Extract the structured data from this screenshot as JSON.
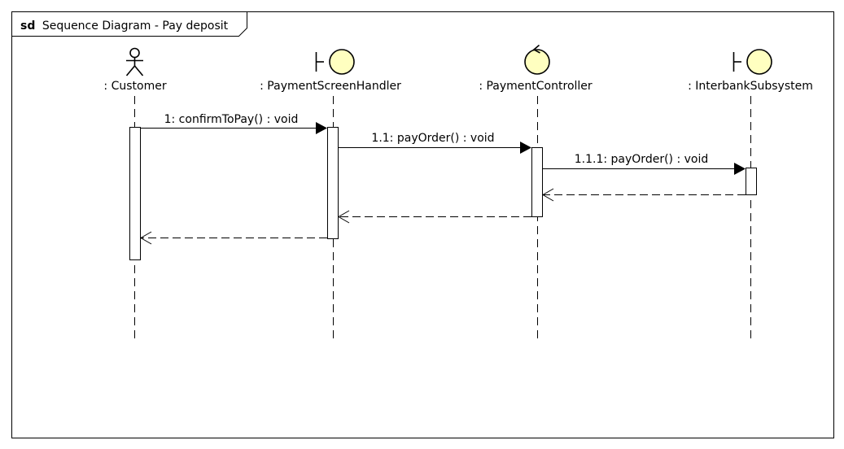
{
  "frame": {
    "keyword": "sd",
    "title": "Sequence Diagram - Pay deposit"
  },
  "lifelines": [
    {
      "id": "customer",
      "label": ": Customer",
      "kind": "actor",
      "icon": "actor-icon"
    },
    {
      "id": "screen",
      "label": ": PaymentScreenHandler",
      "kind": "boundary",
      "icon": "boundary-icon"
    },
    {
      "id": "controller",
      "label": ": PaymentController",
      "kind": "control",
      "icon": "control-icon"
    },
    {
      "id": "interbank",
      "label": ": InterbankSubsystem",
      "kind": "boundary",
      "icon": "boundary-icon"
    }
  ],
  "messages": [
    {
      "id": "m1",
      "label": "1: confirmToPay() : void",
      "from": "customer",
      "to": "screen",
      "type": "sync"
    },
    {
      "id": "m2",
      "label": "1.1: payOrder() : void",
      "from": "screen",
      "to": "controller",
      "type": "sync"
    },
    {
      "id": "m3",
      "label": "1.1.1: payOrder() : void",
      "from": "controller",
      "to": "interbank",
      "type": "sync"
    },
    {
      "id": "r3",
      "label": "",
      "from": "interbank",
      "to": "controller",
      "type": "return"
    },
    {
      "id": "r2",
      "label": "",
      "from": "controller",
      "to": "screen",
      "type": "return"
    },
    {
      "id": "r1",
      "label": "",
      "from": "screen",
      "to": "customer",
      "type": "return"
    }
  ],
  "colors": {
    "element_fill": "#ffffc0",
    "line": "#000000",
    "background": "#ffffff"
  }
}
